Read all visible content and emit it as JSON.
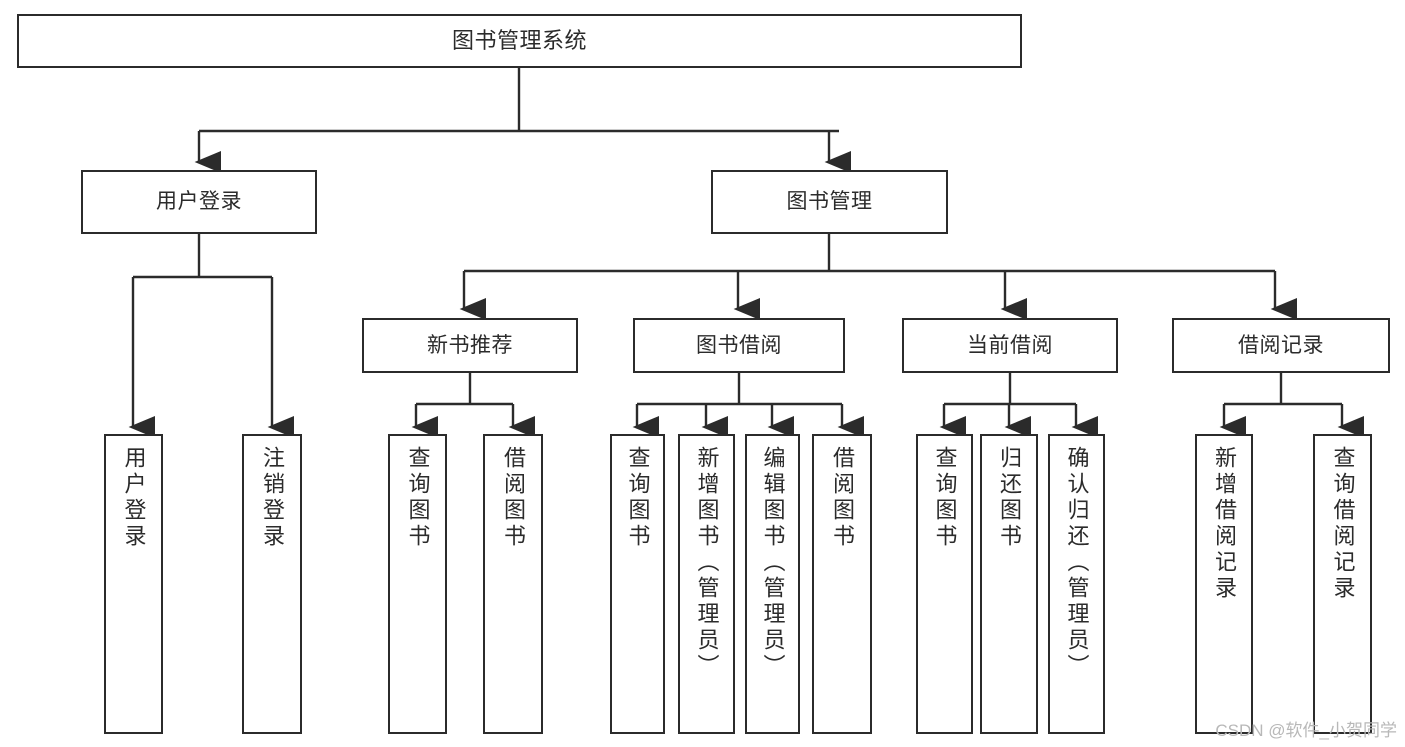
{
  "diagram": {
    "title": "图书管理系统",
    "type": "hierarchy-tree",
    "watermark": "CSDN @软件_小贺同学",
    "colors": {
      "stroke": "#2b2b2b",
      "fill": "#ffffff",
      "text": "#2b2b2b",
      "watermark": "#b8b8b8"
    },
    "nodes": {
      "root": {
        "label": "图书管理系统"
      },
      "level2": [
        {
          "id": "user-login",
          "label": "用户登录"
        },
        {
          "id": "book-manage",
          "label": "图书管理"
        }
      ],
      "level3": [
        {
          "id": "new-book-recommend",
          "label": "新书推荐"
        },
        {
          "id": "book-borrow",
          "label": "图书借阅"
        },
        {
          "id": "current-borrow",
          "label": "当前借阅"
        },
        {
          "id": "borrow-record",
          "label": "借阅记录"
        }
      ],
      "leaves": {
        "user_login": [
          {
            "id": "leaf-user-login",
            "label": "用户登录"
          },
          {
            "id": "leaf-logout",
            "label": "注销登录"
          }
        ],
        "new_book_recommend": [
          {
            "id": "leaf-query-book-1",
            "label": "查询图书"
          },
          {
            "id": "leaf-borrow-book-1",
            "label": "借阅图书"
          }
        ],
        "book_borrow": [
          {
            "id": "leaf-query-book-2",
            "label": "查询图书"
          },
          {
            "id": "leaf-add-book",
            "label": "新增图书（管理员）"
          },
          {
            "id": "leaf-edit-book",
            "label": "编辑图书（管理员）"
          },
          {
            "id": "leaf-borrow-book-2",
            "label": "借阅图书"
          }
        ],
        "current_borrow": [
          {
            "id": "leaf-query-book-3",
            "label": "查询图书"
          },
          {
            "id": "leaf-return-book",
            "label": "归还图书"
          },
          {
            "id": "leaf-confirm-return",
            "label": "确认归还（管理员）"
          }
        ],
        "borrow_record": [
          {
            "id": "leaf-add-record",
            "label": "新增借阅记录"
          },
          {
            "id": "leaf-query-record",
            "label": "查询借阅记录"
          }
        ]
      }
    }
  }
}
